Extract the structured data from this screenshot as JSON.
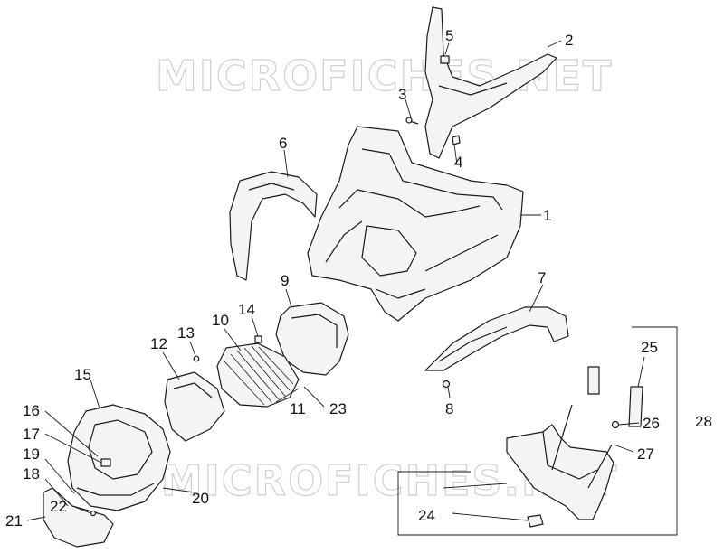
{
  "watermark": {
    "text": "MICROFICHES.NET"
  },
  "callouts": [
    {
      "label": "1"
    },
    {
      "label": "2"
    },
    {
      "label": "3"
    },
    {
      "label": "4"
    },
    {
      "label": "5"
    },
    {
      "label": "6"
    },
    {
      "label": "7"
    },
    {
      "label": "8"
    },
    {
      "label": "9"
    },
    {
      "label": "10"
    },
    {
      "label": "11"
    },
    {
      "label": "12"
    },
    {
      "label": "13"
    },
    {
      "label": "14"
    },
    {
      "label": "15"
    },
    {
      "label": "16"
    },
    {
      "label": "17"
    },
    {
      "label": "18"
    },
    {
      "label": "19"
    },
    {
      "label": "20"
    },
    {
      "label": "21"
    },
    {
      "label": "22"
    },
    {
      "label": "23"
    },
    {
      "label": "24"
    },
    {
      "label": "25"
    },
    {
      "label": "26"
    },
    {
      "label": "27"
    },
    {
      "label": "28"
    }
  ],
  "colors": {
    "line": "#1a1a1a",
    "watermark": "#cfcfcf",
    "background": "#ffffff"
  }
}
